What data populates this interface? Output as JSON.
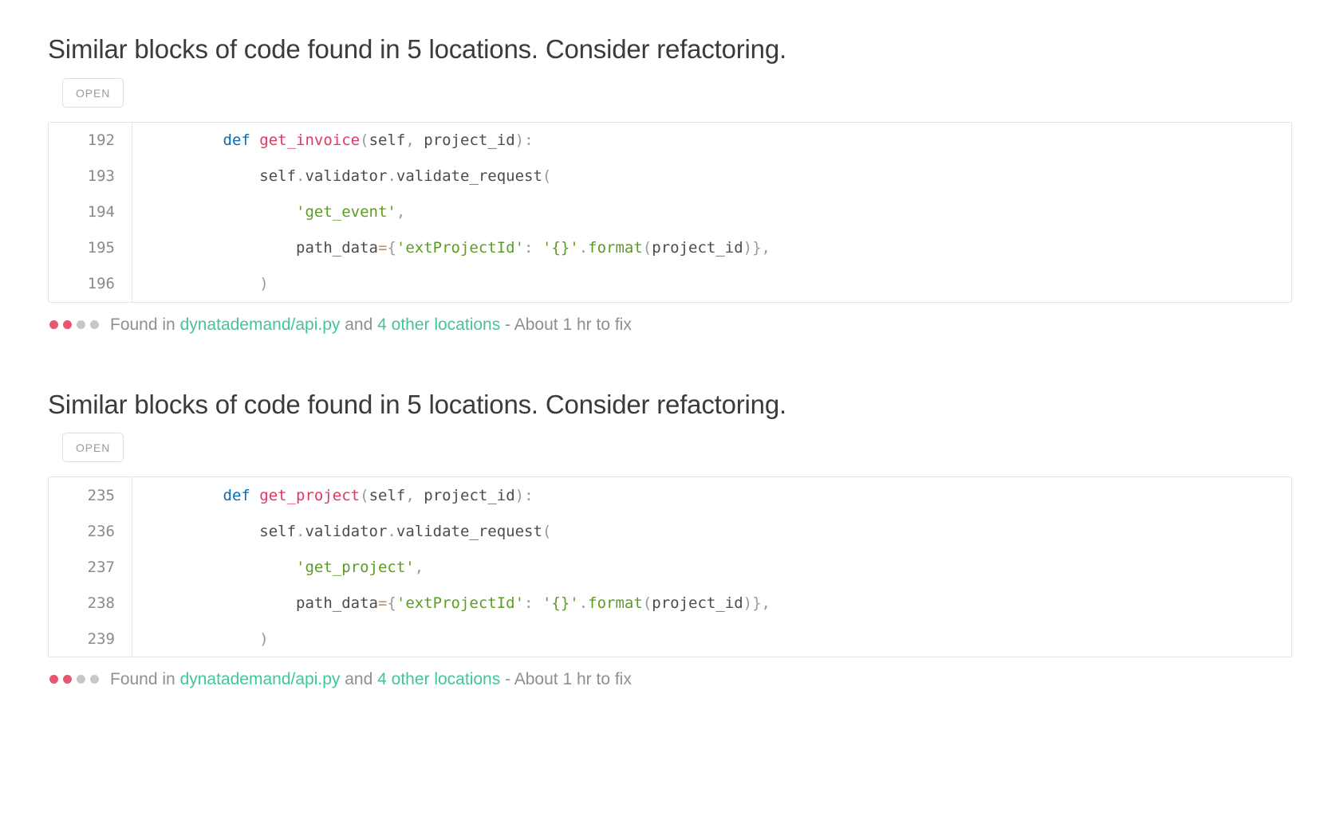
{
  "colors": {
    "link": "#45c496",
    "dot_active": "#e8566f",
    "dot_inactive": "#c7c7c7",
    "keyword": "#0a6bb5",
    "function": "#e0385f",
    "string": "#5c9c22",
    "operator": "#c58a5e",
    "text": "#4c4c4c",
    "badge_text": "#9b9b9b",
    "title": "#3b3b3b"
  },
  "issues": [
    {
      "title": "Similar blocks of code found in 5 locations. Consider refactoring.",
      "status_badge": "OPEN",
      "code": {
        "language": "python",
        "lines": [
          {
            "number": "192",
            "tokens": [
              {
                "t": "        ",
                "c": "txt"
              },
              {
                "t": "def",
                "c": "kw"
              },
              {
                "t": " ",
                "c": "txt"
              },
              {
                "t": "get_invoice",
                "c": "fn"
              },
              {
                "t": "(",
                "c": "pun"
              },
              {
                "t": "self",
                "c": "txt"
              },
              {
                "t": ",",
                "c": "pun"
              },
              {
                "t": " project_id",
                "c": "txt"
              },
              {
                "t": "):",
                "c": "pun"
              }
            ]
          },
          {
            "number": "193",
            "tokens": [
              {
                "t": "            self",
                "c": "txt"
              },
              {
                "t": ".",
                "c": "pun"
              },
              {
                "t": "validator",
                "c": "txt"
              },
              {
                "t": ".",
                "c": "pun"
              },
              {
                "t": "validate_request",
                "c": "txt"
              },
              {
                "t": "(",
                "c": "pun"
              }
            ]
          },
          {
            "number": "194",
            "tokens": [
              {
                "t": "                ",
                "c": "txt"
              },
              {
                "t": "'get_event'",
                "c": "str"
              },
              {
                "t": ",",
                "c": "pun"
              }
            ]
          },
          {
            "number": "195",
            "tokens": [
              {
                "t": "                path_data",
                "c": "txt"
              },
              {
                "t": "=",
                "c": "op"
              },
              {
                "t": "{",
                "c": "pun"
              },
              {
                "t": "'extProjectId'",
                "c": "str"
              },
              {
                "t": ": ",
                "c": "pun"
              },
              {
                "t": "'{}'",
                "c": "str"
              },
              {
                "t": ".",
                "c": "pun"
              },
              {
                "t": "format",
                "c": "meth"
              },
              {
                "t": "(",
                "c": "pun"
              },
              {
                "t": "project_id",
                "c": "txt"
              },
              {
                "t": ")},",
                "c": "pun"
              }
            ]
          },
          {
            "number": "196",
            "tokens": [
              {
                "t": "            ",
                "c": "txt"
              },
              {
                "t": ")",
                "c": "pun"
              }
            ]
          }
        ]
      },
      "meta": {
        "dots": [
          "active",
          "active",
          "inactive",
          "inactive"
        ],
        "found_in_label": "Found in",
        "file_link": "dynatademand/api.py",
        "and_label": "and",
        "other_locations_link": "4 other locations",
        "fix_time": "- About 1 hr to fix"
      }
    },
    {
      "title": "Similar blocks of code found in 5 locations. Consider refactoring.",
      "status_badge": "OPEN",
      "code": {
        "language": "python",
        "lines": [
          {
            "number": "235",
            "tokens": [
              {
                "t": "        ",
                "c": "txt"
              },
              {
                "t": "def",
                "c": "kw"
              },
              {
                "t": " ",
                "c": "txt"
              },
              {
                "t": "get_project",
                "c": "fn"
              },
              {
                "t": "(",
                "c": "pun"
              },
              {
                "t": "self",
                "c": "txt"
              },
              {
                "t": ",",
                "c": "pun"
              },
              {
                "t": " project_id",
                "c": "txt"
              },
              {
                "t": "):",
                "c": "pun"
              }
            ]
          },
          {
            "number": "236",
            "tokens": [
              {
                "t": "            self",
                "c": "txt"
              },
              {
                "t": ".",
                "c": "pun"
              },
              {
                "t": "validator",
                "c": "txt"
              },
              {
                "t": ".",
                "c": "pun"
              },
              {
                "t": "validate_request",
                "c": "txt"
              },
              {
                "t": "(",
                "c": "pun"
              }
            ]
          },
          {
            "number": "237",
            "tokens": [
              {
                "t": "                ",
                "c": "txt"
              },
              {
                "t": "'get_project'",
                "c": "str"
              },
              {
                "t": ",",
                "c": "pun"
              }
            ]
          },
          {
            "number": "238",
            "tokens": [
              {
                "t": "                path_data",
                "c": "txt"
              },
              {
                "t": "=",
                "c": "op"
              },
              {
                "t": "{",
                "c": "pun"
              },
              {
                "t": "'extProjectId'",
                "c": "str"
              },
              {
                "t": ": ",
                "c": "pun"
              },
              {
                "t": "'{}'",
                "c": "str"
              },
              {
                "t": ".",
                "c": "pun"
              },
              {
                "t": "format",
                "c": "meth"
              },
              {
                "t": "(",
                "c": "pun"
              },
              {
                "t": "project_id",
                "c": "txt"
              },
              {
                "t": ")},",
                "c": "pun"
              }
            ]
          },
          {
            "number": "239",
            "tokens": [
              {
                "t": "            ",
                "c": "txt"
              },
              {
                "t": ")",
                "c": "pun"
              }
            ]
          }
        ]
      },
      "meta": {
        "dots": [
          "active",
          "active",
          "inactive",
          "inactive"
        ],
        "found_in_label": "Found in",
        "file_link": "dynatademand/api.py",
        "and_label": "and",
        "other_locations_link": "4 other locations",
        "fix_time": "- About 1 hr to fix"
      }
    }
  ]
}
